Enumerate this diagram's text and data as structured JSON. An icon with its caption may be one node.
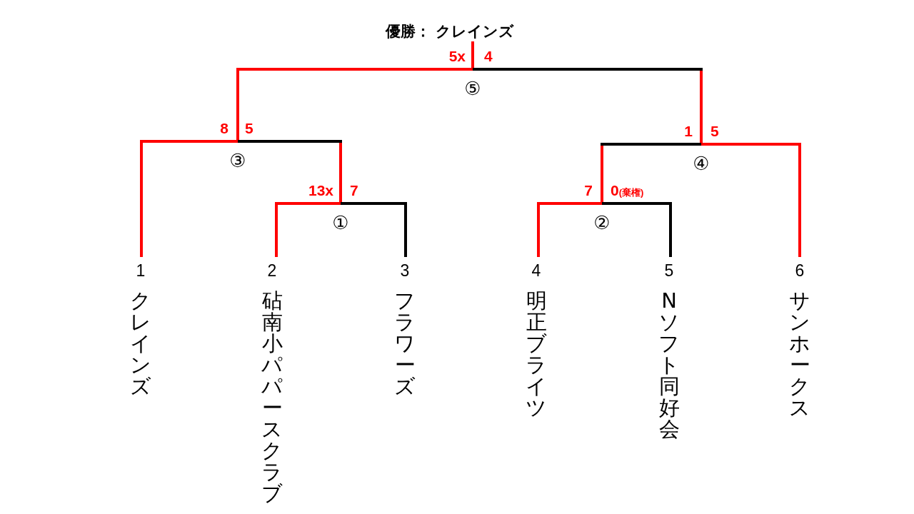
{
  "diagram": {
    "nodes": [
      {
        "text": [
          "優勝： クレインズ"
        ]
      },
      {
        "text": [
          "⑤"
        ],
        "beside": [
          "5x",
          "4"
        ]
      },
      {
        "text": [
          "③"
        ],
        "beside": [
          "8",
          "5"
        ]
      },
      {
        "text": [
          "④"
        ],
        "beside": [
          "1",
          "5"
        ]
      },
      {
        "text": [
          "①"
        ],
        "beside": [
          "13x",
          "7"
        ]
      },
      {
        "text": [
          "②"
        ],
        "beside": [
          "7",
          "0",
          "(棄権)"
        ]
      },
      {
        "text": [
          "1",
          "クレインズ"
        ]
      },
      {
        "text": [
          "2",
          "砧南小パパースクラブ"
        ]
      },
      {
        "text": [
          "3",
          "フラワーズ"
        ]
      },
      {
        "text": [
          "4",
          "明正ブライツ"
        ]
      },
      {
        "text": [
          "5",
          "Nソフト同好会"
        ]
      },
      {
        "text": [
          "6",
          "サンホークス"
        ]
      }
    ],
    "edges": [
      {
        "from": 6,
        "to": 2,
        "arrow": "none"
      },
      {
        "from": 7,
        "to": 4,
        "arrow": "none"
      },
      {
        "from": 8,
        "to": 4,
        "arrow": "none",
        "color": "#000000"
      },
      {
        "from": 9,
        "to": 5,
        "arrow": "none"
      },
      {
        "from": 10,
        "to": 5,
        "arrow": "none",
        "color": "#000000"
      },
      {
        "from": 11,
        "to": 3,
        "arrow": "none"
      },
      {
        "from": 4,
        "to": 2,
        "arrow": "none"
      },
      {
        "from": 5,
        "to": 3,
        "arrow": "none"
      },
      {
        "from": 2,
        "to": 1,
        "arrow": "none"
      },
      {
        "from": 3,
        "to": 1,
        "arrow": "none"
      },
      {
        "from": 1,
        "to": 0,
        "arrow": "none"
      }
    ]
  }
}
